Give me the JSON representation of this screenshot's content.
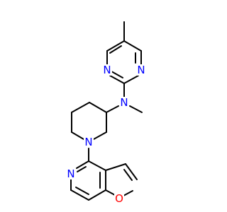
{
  "molecule": {
    "colors": {
      "bond": "#000000",
      "carbon": "#000000",
      "nitrogen": "#0000ff",
      "oxygen": "#ff0000",
      "background": "#ffffff"
    },
    "atom_labels": {
      "n_pyrimidine_left": "N",
      "n_pyrimidine_right": "N",
      "n_amine": "N",
      "n_piperidine": "N",
      "n_pyridine": "N",
      "o_furan": "O"
    }
  }
}
